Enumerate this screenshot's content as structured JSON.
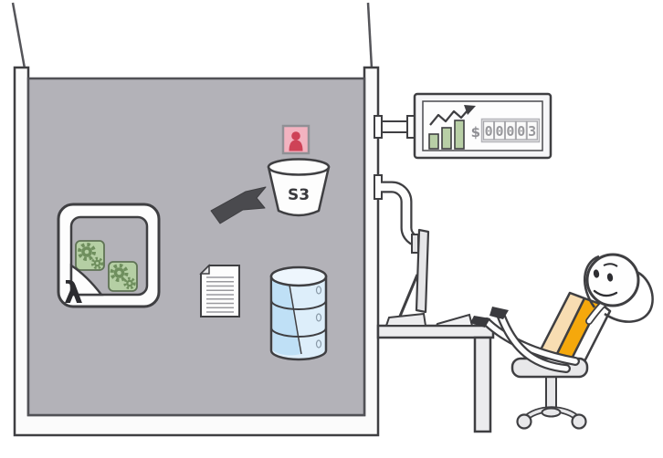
{
  "machine": {
    "s3_label": "S3",
    "lambda_symbol": "λ",
    "icons": {
      "lambda": "lambda-icon",
      "user": "user-icon",
      "s3_bucket": "s3-bucket-icon",
      "document": "document-icon",
      "database": "database-icon",
      "event_arrow": "event-arrow-icon"
    }
  },
  "meter": {
    "trend_icon": "trend-up-zigzag-icon",
    "bars_icon": "bar-chart-icon",
    "currency_symbol": "$",
    "digits": [
      "0",
      "0",
      "0",
      "0",
      "3"
    ],
    "display_value": "$00003"
  },
  "workstation": {
    "monitor": "monitor-side-view-icon",
    "keyboard": "keyboard-side-view-icon",
    "desk": "desk",
    "chair": "office-chair",
    "person": "relaxed-person-hands-behind-head"
  },
  "colors": {
    "outline": "#3f3f42",
    "machine_interior": "#b3b2b8",
    "frame_white": "#fbfbfb",
    "gear_tile_green": "#b5cfa4",
    "gear_green": "#6f8f5e",
    "meter_bar_green": "#b8cfa6",
    "user_icon_pink": "#f3b3c0",
    "user_icon_red": "#ce4257",
    "database_blue": "#ddeefa",
    "database_accent_blue": "#bfe0f6",
    "chair_orange": "#f5a80c",
    "chair_peach": "#f8ddb2",
    "counter_digit_gray": "#98989c"
  }
}
